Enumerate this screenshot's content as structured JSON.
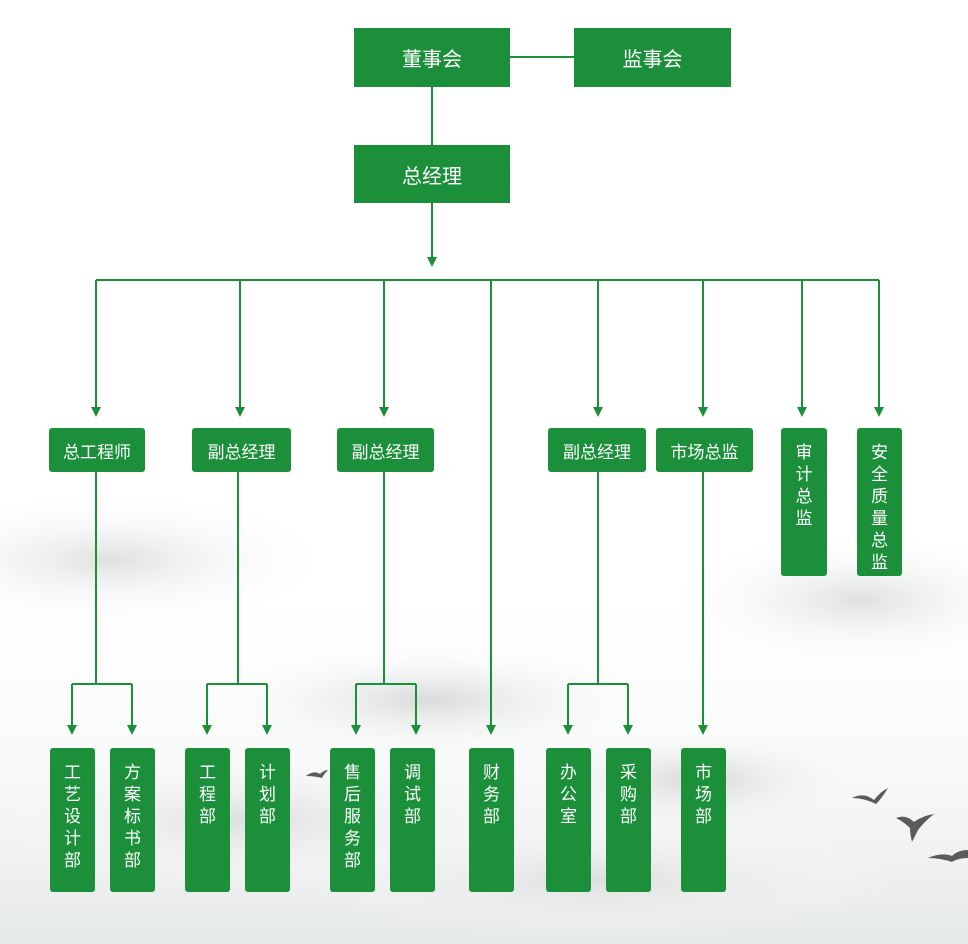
{
  "colors": {
    "box": "#1b8f3a",
    "line": "#1b8f3a"
  },
  "chart": {
    "board": "董事会",
    "supervisors": "监事会",
    "gm": "总经理",
    "level2": {
      "chief_engineer": "总工程师",
      "vgm1": "副总经理",
      "vgm2": "副总经理",
      "vgm3": "副总经理",
      "market_director": "市场总监",
      "audit_director": "审计总监",
      "safety_director": "安全质量总监"
    },
    "level3": {
      "process_design": "工艺设计部",
      "proposal": "方案标书部",
      "engineering": "工程部",
      "planning": "计划部",
      "after_sales": "售后服务部",
      "debug": "调试部",
      "finance": "财务部",
      "office": "办公室",
      "purchase": "采购部",
      "market": "市场部"
    }
  }
}
